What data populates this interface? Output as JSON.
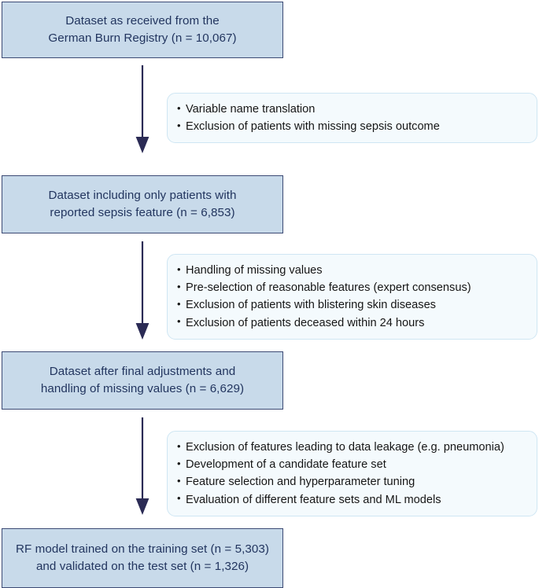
{
  "diagram": {
    "title": "Dataset preparation and model development flowchart",
    "type": "flowchart",
    "orientation": "vertical",
    "colors": {
      "stage_fill": "#c8daea",
      "stage_border": "#3c4a74",
      "stage_text": "#22355f",
      "note_fill": "#f4fafd",
      "note_border": "#cfe6f3",
      "note_text": "#161616",
      "arrow": "#2b2b55"
    },
    "stages": [
      {
        "id": "dataset-received",
        "line1": "Dataset as received from the",
        "line2": "German Burn Registry (n = 10,067)",
        "n": "10,067"
      },
      {
        "id": "dataset-sepsis-feature",
        "line1": "Dataset including only patients with",
        "line2": "reported sepsis feature (n = 6,853)",
        "n": "6,853"
      },
      {
        "id": "dataset-final-adjustments",
        "line1": "Dataset after final adjustments and",
        "line2": "handling of missing values (n = 6,629)",
        "n": "6,629"
      },
      {
        "id": "rf-model",
        "line1": "RF model trained on the training set (n = 5,303)",
        "line2": "and validated on the test set (n = 1,326)",
        "n_train": "5,303",
        "n_test": "1,326"
      }
    ],
    "notes": [
      {
        "id": "note-preprocessing",
        "items": [
          "Variable name translation",
          "Exclusion of patients with missing sepsis outcome"
        ]
      },
      {
        "id": "note-feature-handling",
        "items": [
          "Handling of missing values",
          "Pre-selection of reasonable features (expert consensus)",
          "Exclusion of patients with blistering skin diseases",
          "Exclusion of patients deceased within 24 hours"
        ]
      },
      {
        "id": "note-model-development",
        "items": [
          "Exclusion of features leading to data leakage (e.g. pneumonia)",
          "Development of a candidate feature set",
          "Feature selection and hyperparameter tuning",
          "Evaluation of different feature sets and ML models"
        ]
      }
    ],
    "arrows": [
      {
        "id": "arrow-1",
        "direction": "down"
      },
      {
        "id": "arrow-2",
        "direction": "down"
      },
      {
        "id": "arrow-3",
        "direction": "down"
      }
    ]
  }
}
